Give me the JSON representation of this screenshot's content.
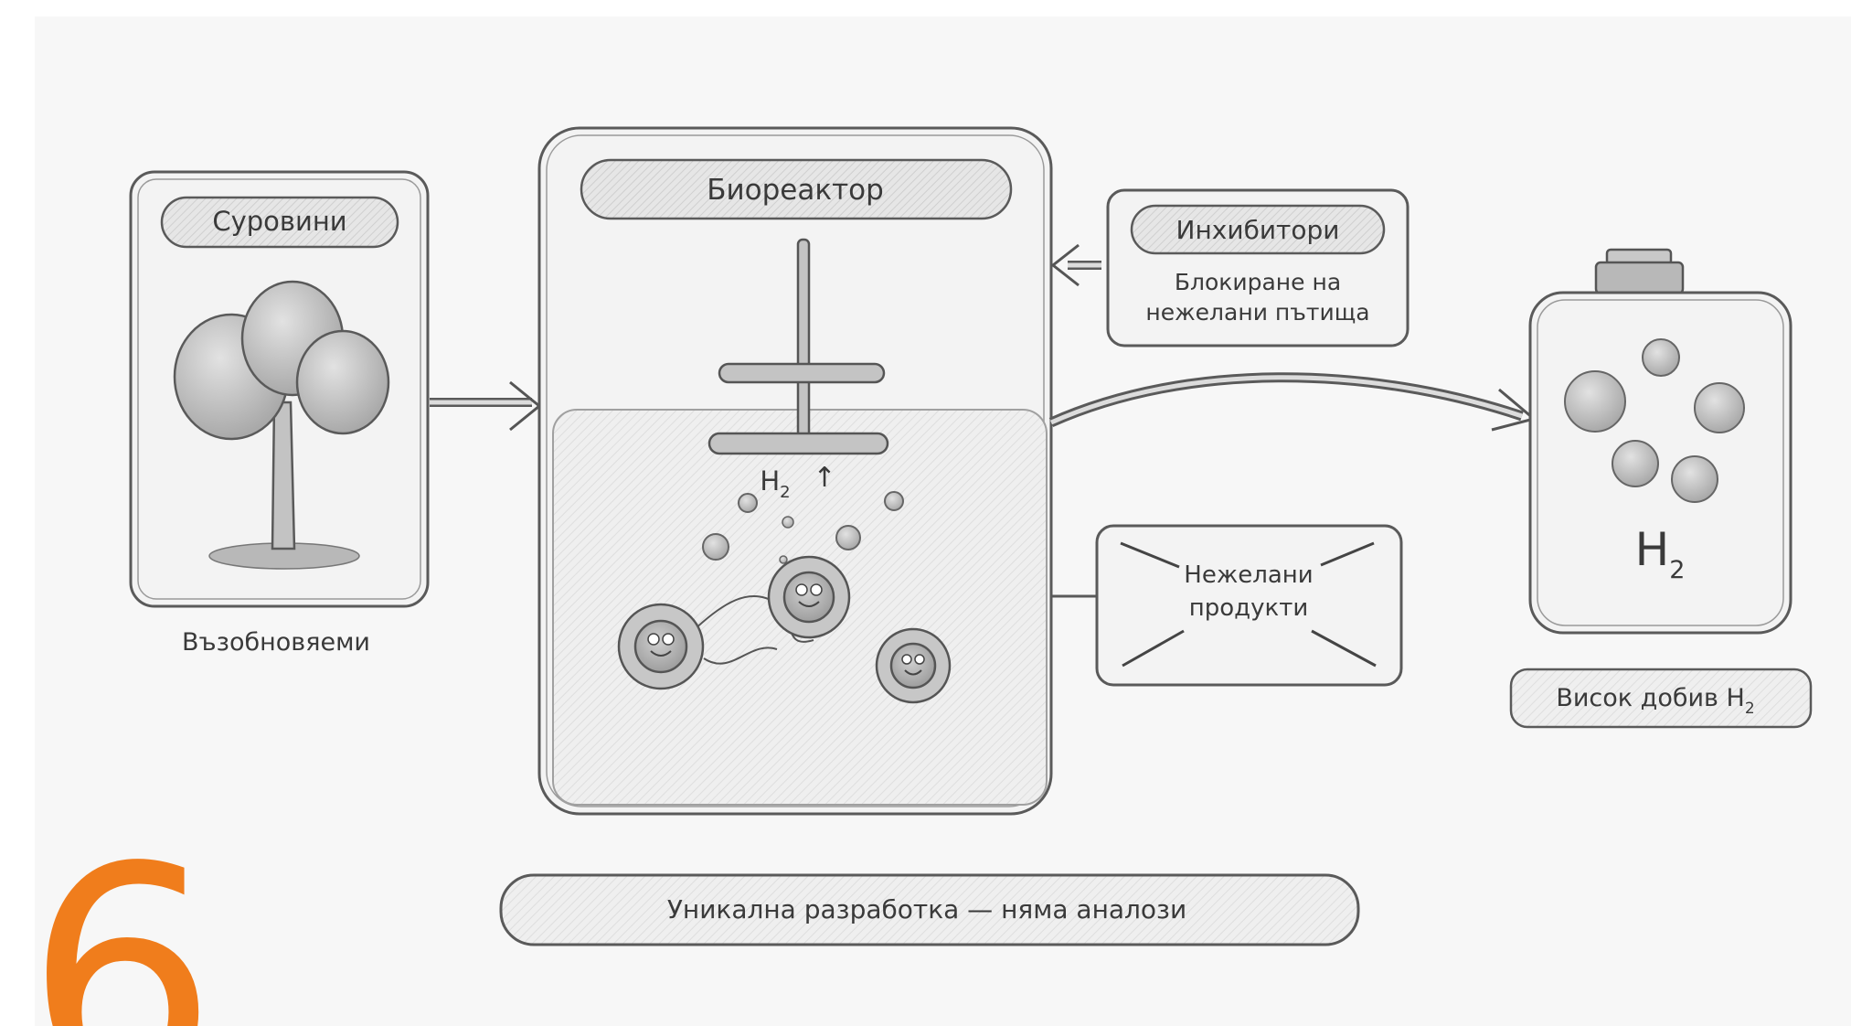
{
  "raw_materials": {
    "title": "Суровини",
    "caption": "Възобновяеми"
  },
  "bioreactor": {
    "title": "Биореактор",
    "gas_label": "H",
    "gas_sub": "2",
    "gas_arrow": "↑"
  },
  "inhibitors": {
    "title": "Инхибитори",
    "line1": "Блокиране на",
    "line2": "нежелани пътища"
  },
  "unwanted": {
    "line1": "Нежелани",
    "line2": "продукти"
  },
  "product": {
    "label": "H",
    "label_sub": "2",
    "caption": "Висок добив H",
    "caption_sub": "2"
  },
  "footer": {
    "banner": "Уникална разработка — няма аналози"
  },
  "slide_number": "6",
  "colors": {
    "background": "#f7f7f7",
    "stroke": "#555555",
    "fill_gray": "#d4d4d4",
    "accent_orange": "#f07d1c"
  }
}
